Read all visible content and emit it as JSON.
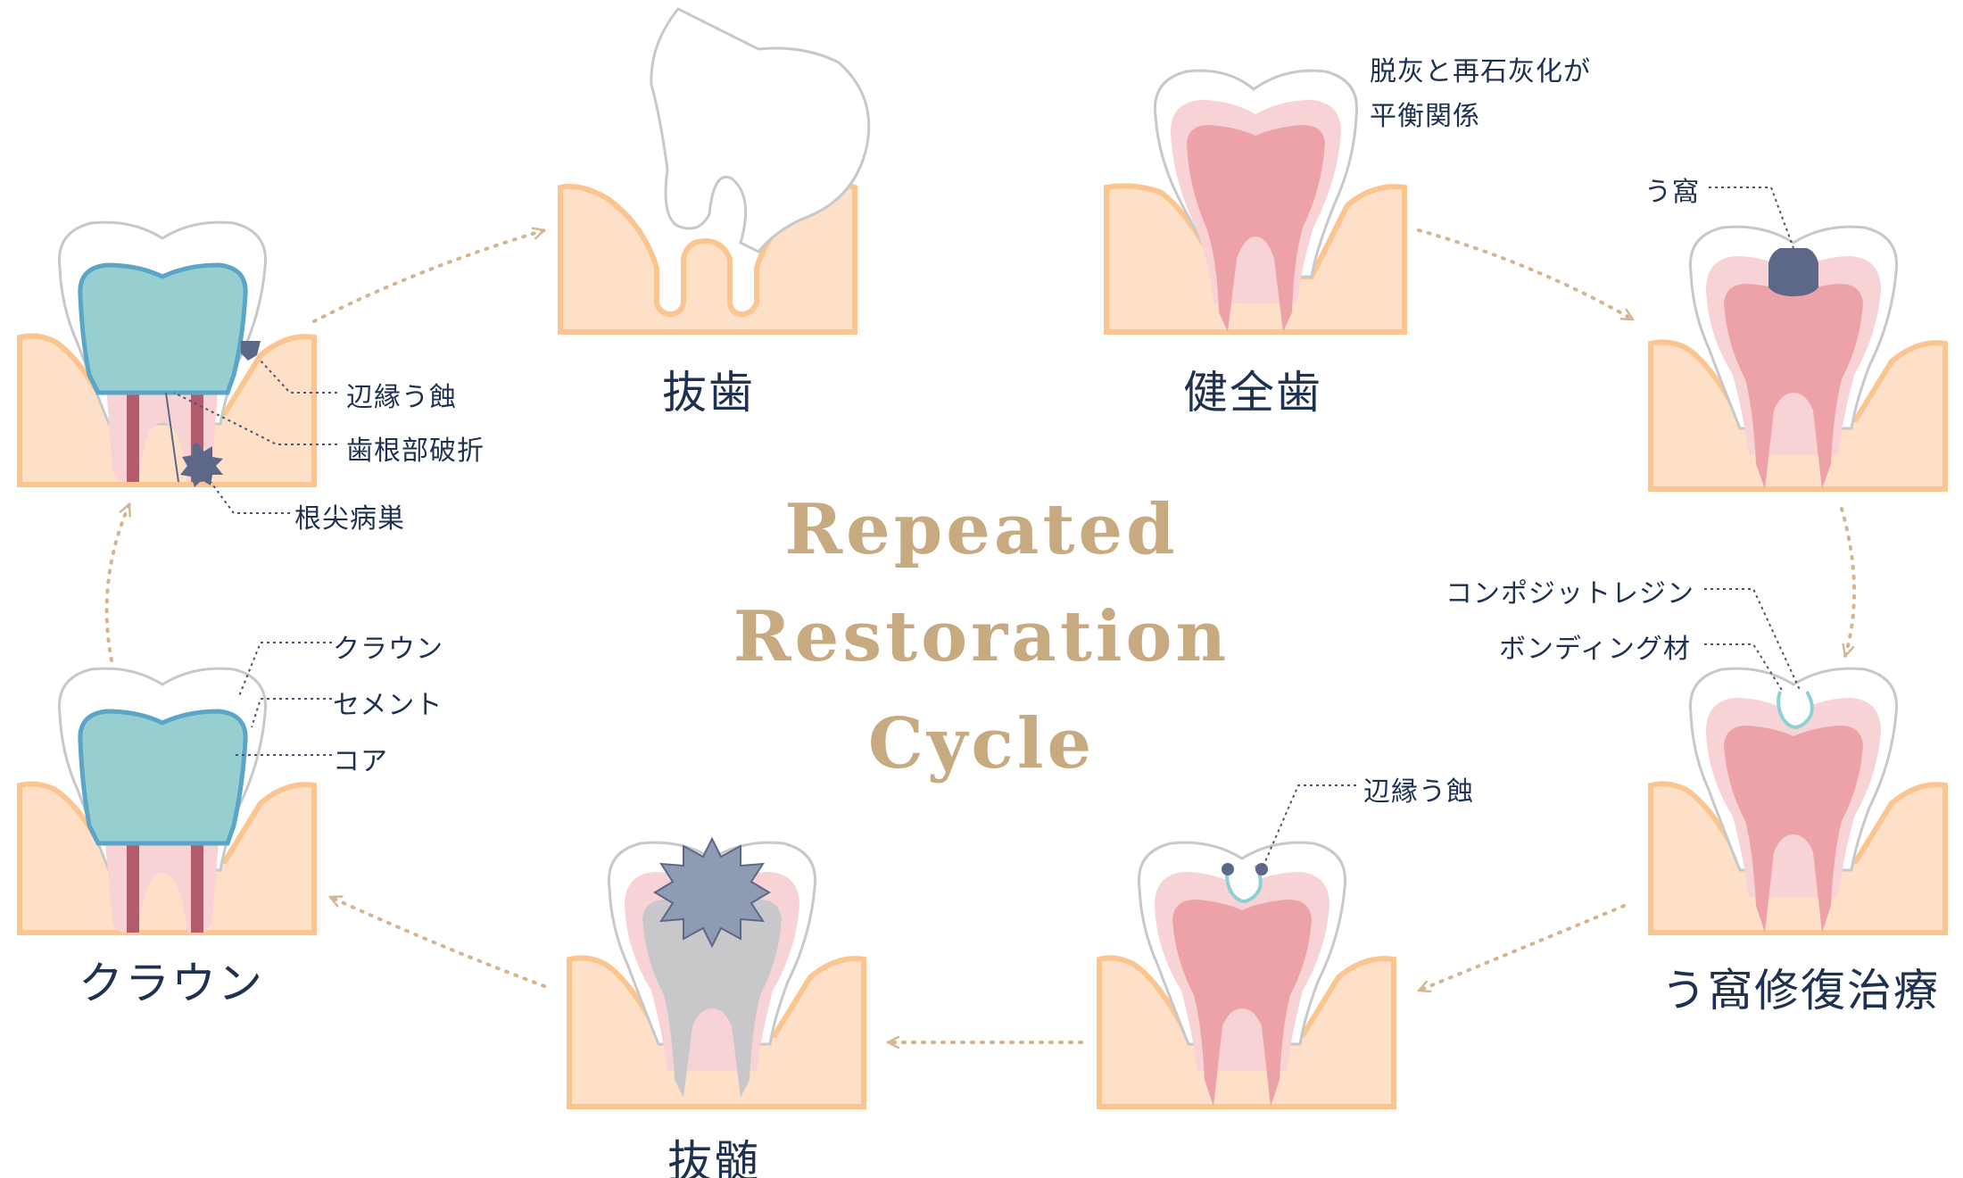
{
  "title": {
    "line1": "Repeated",
    "line2": "Restoration",
    "line3": "Cycle"
  },
  "stages": {
    "extraction": "抜歯",
    "healthy": "健全歯",
    "caries_treatment": "う窩修復治療",
    "pulpectomy": "抜髄",
    "crown": "クラウン"
  },
  "annotations": {
    "healthy": {
      "line1": "脱灰と再石灰化が",
      "line2": "平衡関係"
    },
    "cavity": "う窩",
    "composite_resin": "コンポジットレジン",
    "bonding": "ボンディング材",
    "secondary_caries_right": "辺縁う蝕",
    "crown_labels": [
      "クラウン",
      "セメント",
      "コア"
    ],
    "secondary_caries_left": "辺縁う蝕",
    "root_fracture": "歯根部破折",
    "apical_lesion": "根尖病巣"
  },
  "colors": {
    "gum": "#fde0c7",
    "gum_edge": "#fcc590",
    "enamel_outline": "#c8c8c8",
    "dentin": "#f7d3d6",
    "pulp": "#eda2a9",
    "crown_fill": "#97cfd0",
    "crown_edge": "#5aa5c8",
    "caries": "#5d6888",
    "arrow": "#d4b590",
    "title": "#c8aa80",
    "text": "#1f3150"
  }
}
